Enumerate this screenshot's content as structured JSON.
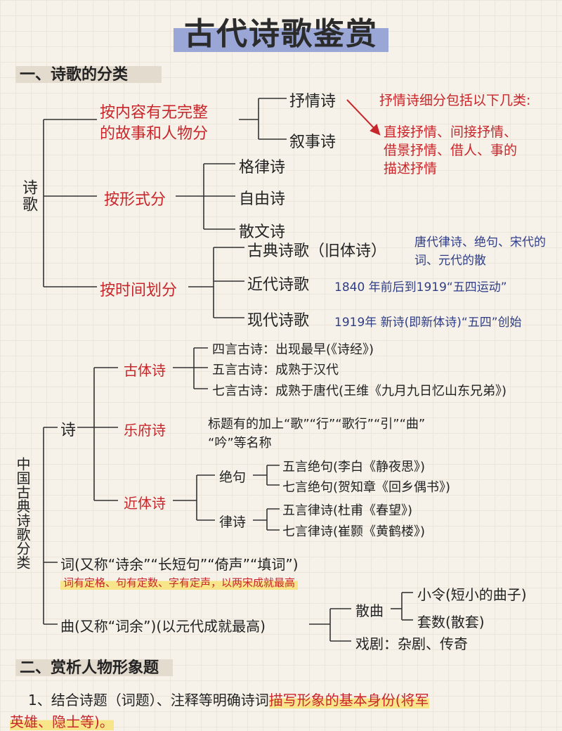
{
  "title": "古代诗歌鉴赏",
  "sections": {
    "s1": "一、诗歌的分类",
    "s2": "二、赏析人物形象题"
  },
  "tree1": {
    "root": "诗歌",
    "content": {
      "label1": "按内容有无完整",
      "label2": "的故事和人物分",
      "items": [
        "抒情诗",
        "叙事诗"
      ],
      "note": [
        "抒情诗细分包括以下几类:",
        "直接抒情、间接抒情、",
        "借景抒情、借人、事的",
        "描述抒情"
      ]
    },
    "form": {
      "label": "按形式分",
      "items": [
        "格律诗",
        "自由诗",
        "散文诗"
      ]
    },
    "time": {
      "label": "按时间划分",
      "items": [
        "古典诗歌（旧体诗）",
        "近代诗歌",
        "现代诗歌"
      ],
      "notes": [
        "唐代律诗、绝句、宋代的",
        "词、元代的散",
        "1840 年前后到1919“五四运动”",
        "1919年 新诗(即新体诗)“五四”创始"
      ]
    }
  },
  "tree2": {
    "root": "中国古典诗歌分类",
    "shi": "诗",
    "guti": {
      "label": "古体诗",
      "items": [
        "四言古诗：出现最早(《诗经》)",
        "五言古诗：成熟于汉代",
        "七言古诗：成熟于唐代(王维《九月九日忆山东兄弟》)"
      ]
    },
    "yuefu": {
      "label": "乐府诗",
      "note1": "标题有的加上“歌”“行”“歌行”“引”“曲”",
      "note2": "“吟”等名称"
    },
    "jinti": {
      "label": "近体诗",
      "jueju": "绝句",
      "jueju_items": [
        "五言绝句(李白《静夜思》)",
        "七言绝句(贺知章《回乡偶书》)"
      ],
      "lvshi": "律诗",
      "lvshi_items": [
        "五言律诗(杜甫《春望》)",
        "七言律诗(崔颢《黄鹤楼》)"
      ]
    },
    "ci": "词(又称“诗余”“长短句”“倚声”“填词”)",
    "ci_note": "词有定格、句有定数、字有定声，以两宋成就最高",
    "qu": "曲(又称“词余”)(以元代成就最高)",
    "sanqu": "散曲",
    "sanqu_items": [
      "小令(短小的曲子)",
      "套数(散套)"
    ],
    "xiju": "戏剧：杂剧、传奇"
  },
  "section2": {
    "line1_prefix": "1、结合诗题（词题）、注释等明确诗词",
    "line1_highlight": "描写形象的基本身份(将军",
    "line2": "英雄、隐士等)。"
  }
}
